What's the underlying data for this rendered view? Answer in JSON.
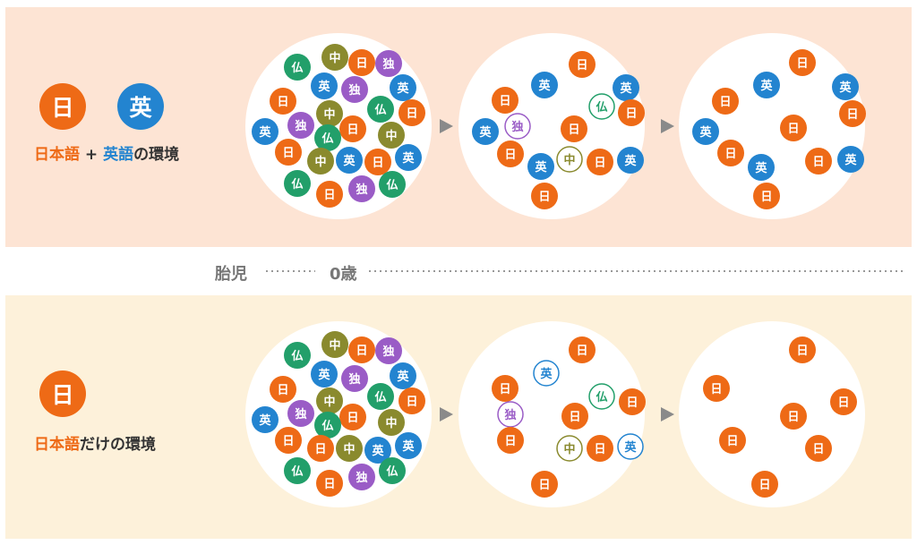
{
  "top": {
    "icons": [
      "日",
      "英"
    ],
    "caption": {
      "part1": "日本語",
      "plus": " + ",
      "part2": "英語",
      "part3": "の環境"
    }
  },
  "bottom": {
    "icons": [
      "日"
    ],
    "caption": {
      "part1": "日本語",
      "part2": "だけの環境"
    }
  },
  "timeline": {
    "start": "胎児",
    "end": "0歳"
  },
  "colors": {
    "日": "#ee6a16",
    "英": "#2384d0",
    "独": "#9a5cc6",
    "仏": "#229f6a",
    "中": "#8a8a2e",
    "top_bg": "#fde4d4",
    "bottom_bg": "#fdf1da",
    "arrow": "#8a8a8a"
  },
  "bubbles": {
    "top": [
      [
        [
          "仏",
          1
        ],
        [
          "中",
          1
        ],
        [
          "日",
          1
        ],
        [
          "独",
          1
        ],
        [
          "英",
          1
        ],
        [
          "独",
          1
        ],
        [
          "英",
          1
        ],
        [
          "日",
          1
        ],
        [
          "中",
          1
        ],
        [
          "仏",
          1
        ],
        [
          "日",
          1
        ],
        [
          "英",
          1
        ],
        [
          "独",
          1
        ],
        [
          "日",
          1
        ],
        [
          "中",
          1
        ],
        [
          "仏",
          1
        ],
        [
          "日",
          1
        ],
        [
          "英",
          1
        ],
        [
          "中",
          1
        ],
        [
          "日",
          1
        ],
        [
          "英",
          1
        ],
        [
          "仏",
          1
        ],
        [
          "日",
          1
        ],
        [
          "独",
          1
        ],
        [
          "仏",
          1
        ]
      ],
      [
        [
          "日",
          1
        ],
        [
          "英",
          1
        ],
        [
          "英",
          1
        ],
        [
          "日",
          1
        ],
        [
          "仏",
          0
        ],
        [
          "日",
          1
        ],
        [
          "英",
          1
        ],
        [
          "独",
          0
        ],
        [
          "日",
          1
        ],
        [
          "日",
          1
        ],
        [
          "英",
          1
        ],
        [
          "中",
          0
        ],
        [
          "日",
          1
        ],
        [
          "英",
          1
        ],
        [
          "日",
          1
        ]
      ],
      [
        [
          "日",
          1
        ],
        [
          "英",
          1
        ],
        [
          "英",
          1
        ],
        [
          "日",
          1
        ],
        [
          "日",
          1
        ],
        [
          "英",
          1
        ],
        [
          "日",
          1
        ],
        [
          "日",
          1
        ],
        [
          "英",
          1
        ],
        [
          "日",
          1
        ],
        [
          "英",
          1
        ],
        [
          "日",
          1
        ]
      ]
    ],
    "bottom": [
      [
        [
          "中",
          1
        ],
        [
          "日",
          1
        ],
        [
          "独",
          1
        ],
        [
          "仏",
          1
        ],
        [
          "英",
          1
        ],
        [
          "英",
          1
        ],
        [
          "独",
          1
        ],
        [
          "日",
          1
        ],
        [
          "中",
          1
        ],
        [
          "仏",
          1
        ],
        [
          "日",
          1
        ],
        [
          "英",
          1
        ],
        [
          "独",
          1
        ],
        [
          "日",
          1
        ],
        [
          "中",
          1
        ],
        [
          "仏",
          1
        ],
        [
          "日",
          1
        ],
        [
          "中",
          1
        ],
        [
          "日",
          1
        ],
        [
          "英",
          1
        ],
        [
          "英",
          1
        ],
        [
          "仏",
          1
        ],
        [
          "日",
          1
        ],
        [
          "独",
          1
        ],
        [
          "仏",
          1
        ]
      ],
      [
        [
          "日",
          1
        ],
        [
          "英",
          0
        ],
        [
          "日",
          1
        ],
        [
          "仏",
          0
        ],
        [
          "日",
          1
        ],
        [
          "独",
          0
        ],
        [
          "日",
          1
        ],
        [
          "日",
          1
        ],
        [
          "中",
          0
        ],
        [
          "日",
          1
        ],
        [
          "英",
          0
        ],
        [
          "日",
          1
        ]
      ],
      [
        [
          "日",
          1
        ],
        [
          "日",
          1
        ],
        [
          "日",
          1
        ],
        [
          "日",
          1
        ],
        [
          "日",
          1
        ],
        [
          "日",
          1
        ],
        [
          "日",
          1
        ]
      ]
    ]
  }
}
